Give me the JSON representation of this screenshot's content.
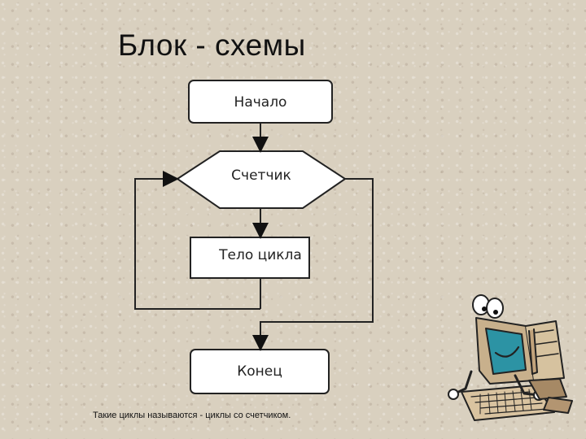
{
  "title": "Блок - схемы",
  "flowchart": {
    "start_label": "Начало",
    "counter_label": "Счетчик",
    "body_label": "Тело цикла",
    "end_label": "Конец"
  },
  "caption": "Такие циклы называются - циклы со счетчиком.",
  "mascot": {
    "icon": "computer-character-icon"
  }
}
